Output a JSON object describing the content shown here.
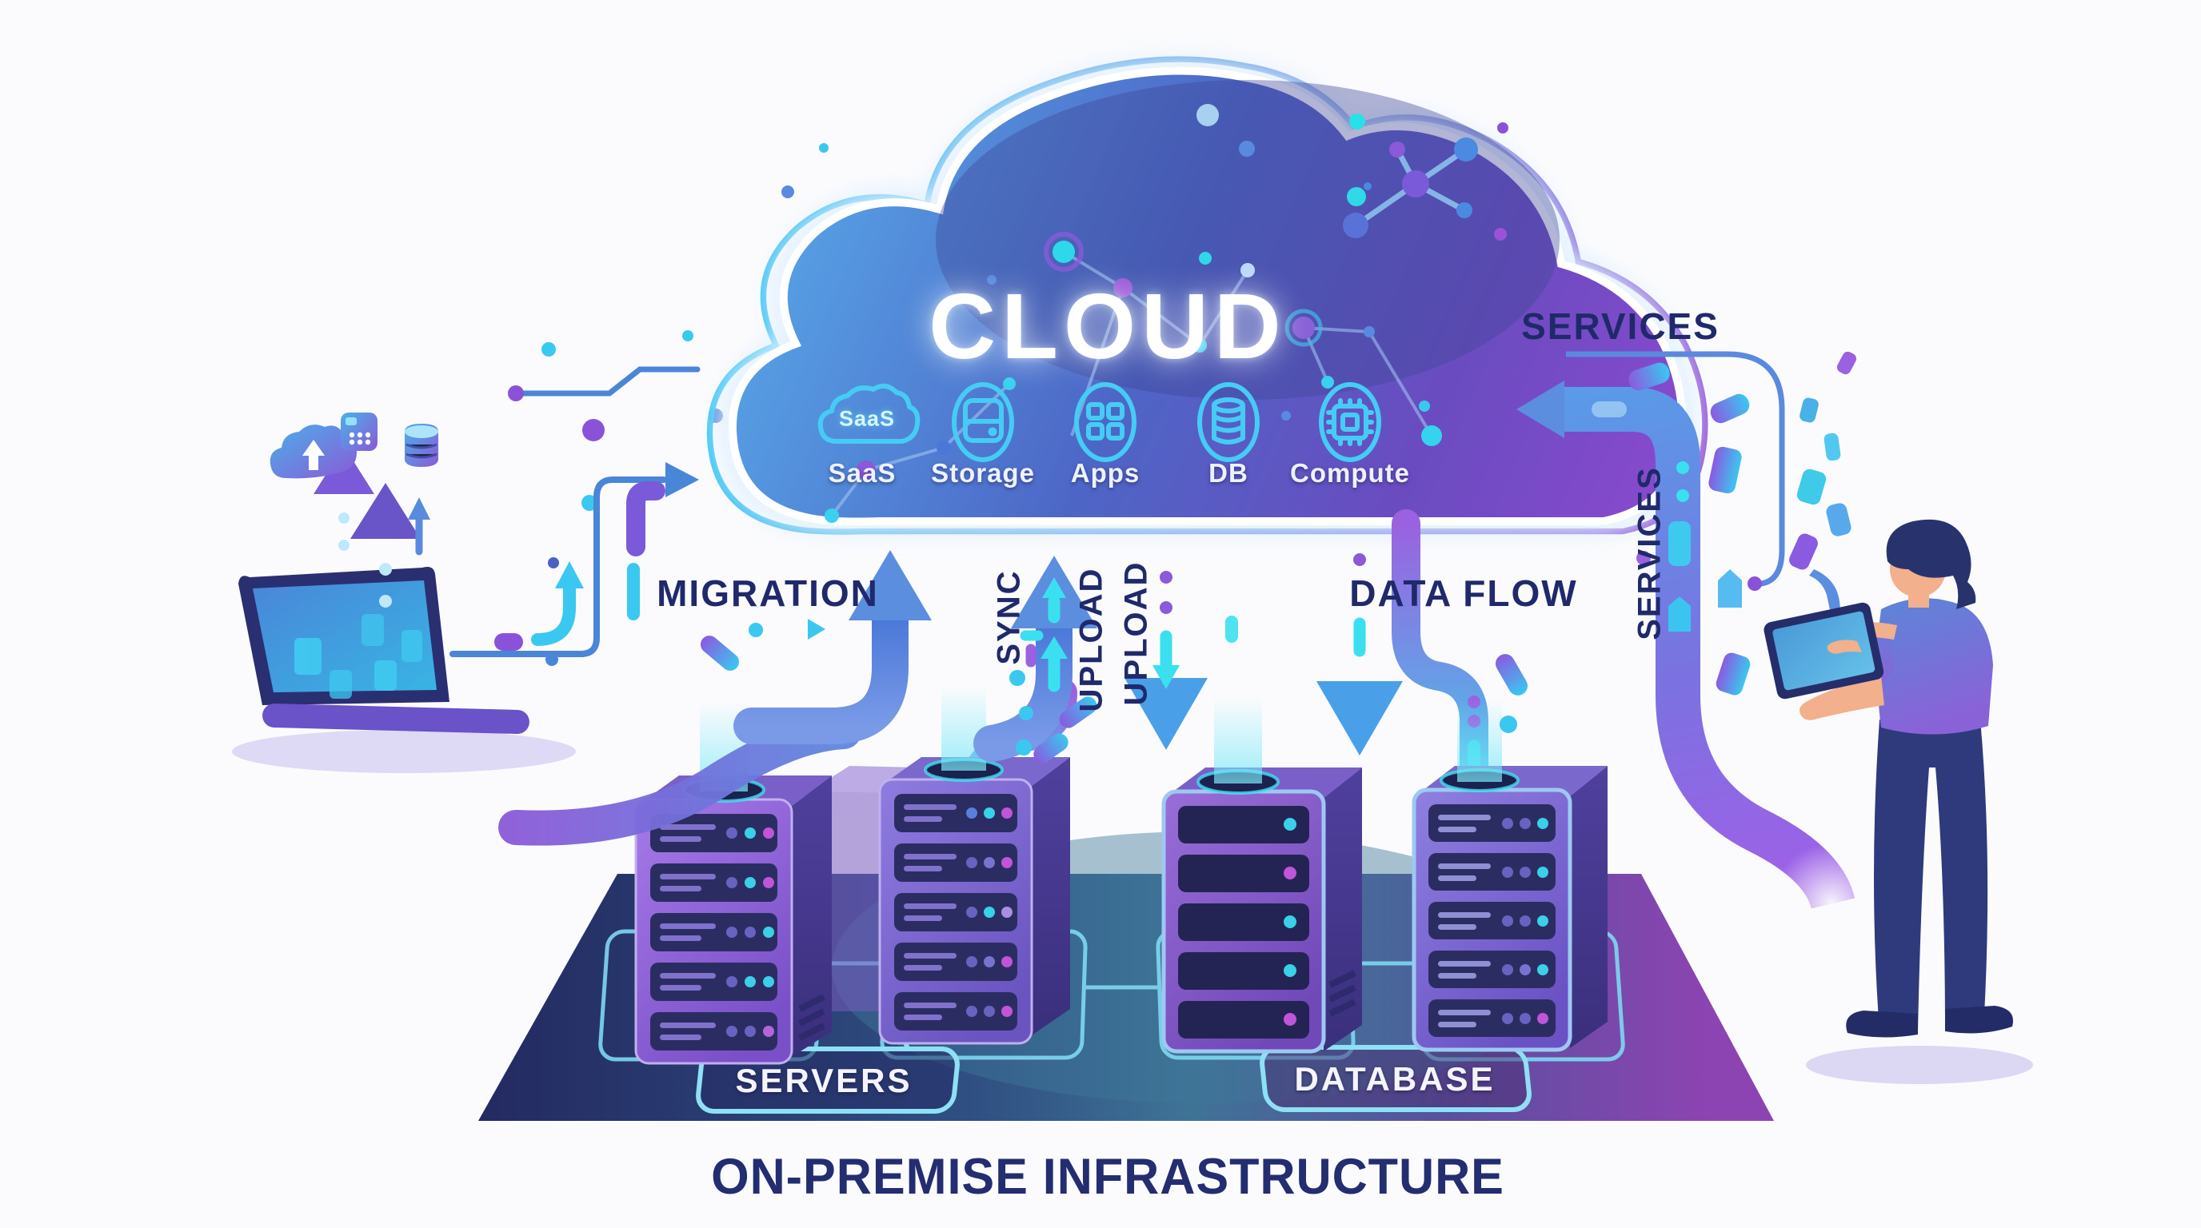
{
  "cloud": {
    "title": "CLOUD",
    "saas_badge": "SaaS",
    "services": [
      {
        "label": "SaaS",
        "icon": "saas-cloud-icon"
      },
      {
        "label": "Storage",
        "icon": "storage-drive-icon"
      },
      {
        "label": "Apps",
        "icon": "apps-grid-icon"
      },
      {
        "label": "DB",
        "icon": "database-cylinder-icon"
      },
      {
        "label": "Compute",
        "icon": "cpu-chip-icon"
      }
    ]
  },
  "flows": {
    "migration": "MIGRATION",
    "sync": "SYNC",
    "upload_left": "UPLOAD",
    "upload_right": "UPLOAD",
    "data_flow": "DATA FLOW",
    "services_top": "SERVICES",
    "services_side": "SERVICES"
  },
  "on_premise": {
    "servers_label": "SERVERS",
    "database_label": "DATABASE",
    "title": "ON-PREMISE INFRASTRUCTURE"
  },
  "colors": {
    "cloud_blue": "#55a0e0",
    "cloud_purple": "#8c49d0",
    "accent_cyan": "#3ad0f0",
    "arrow_blue": "#5b8ede",
    "pipe_purple": "#8a5ad8",
    "navy_text": "#20296b",
    "floor_navy": "#232a61",
    "floor_teal": "#3f7396",
    "floor_purple": "#8c44b2",
    "server_front": "#8d68d8",
    "slot_dark": "#2b2d62"
  }
}
